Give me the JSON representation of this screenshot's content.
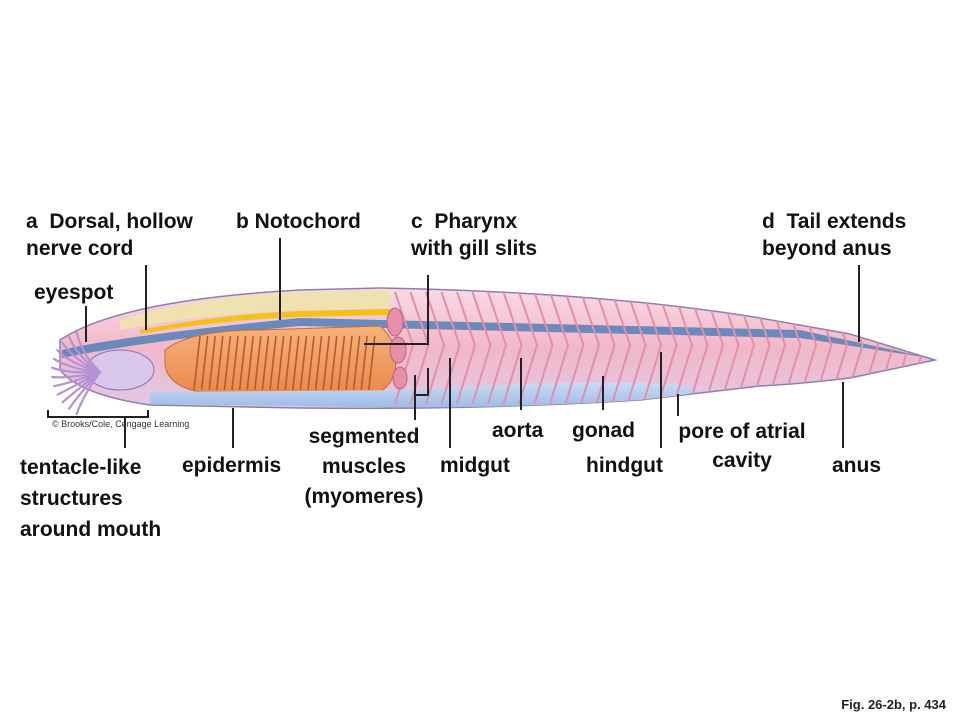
{
  "labels": {
    "a": {
      "letter": "a",
      "line1": "Dorsal, hollow",
      "line2": "nerve cord"
    },
    "b": {
      "letter": "b",
      "line1": "Notochord"
    },
    "c": {
      "letter": "c",
      "line1": "Pharynx",
      "line2": "with gill slits"
    },
    "d": {
      "letter": "d",
      "line1": "Tail extends",
      "line2": "beyond anus"
    },
    "eyespot": "eyespot",
    "tentacles": [
      "tentacle-like",
      "structures",
      "around mouth"
    ],
    "epidermis": "epidermis",
    "segmented": [
      "segmented",
      "muscles",
      "(myomeres)"
    ],
    "midgut": "midgut",
    "aorta": "aorta",
    "gonad": "gonad",
    "hindgut": "hindgut",
    "pore": [
      "pore of atrial",
      "cavity"
    ],
    "anus": "anus"
  },
  "copyright": "© Brooks/Cole, Cengage Learning",
  "figure_ref": "Fig. 26-2b, p. 434",
  "colors": {
    "dorsal_band": "#efe2b0",
    "nerve_cord": "#f2c21b",
    "notochord": "#5a84b8",
    "pharynx": "#f2a262",
    "myomeres": "#f4b9c8",
    "gut": "#b4ccec",
    "body_outline": "#7e8fb8"
  }
}
